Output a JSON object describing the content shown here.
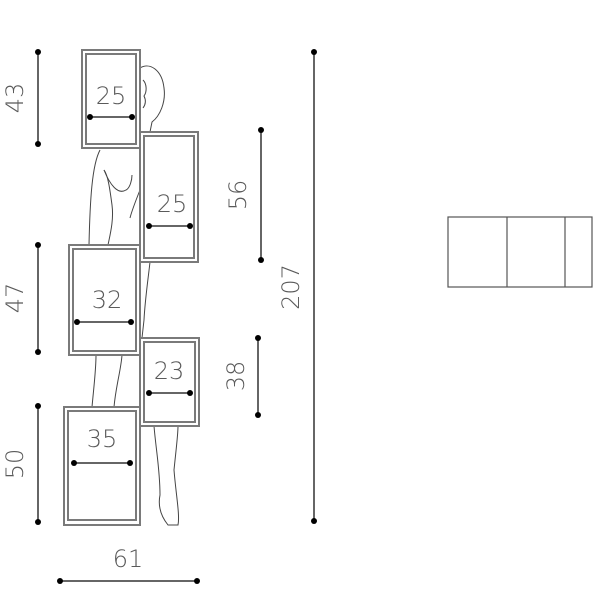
{
  "front_view": {
    "modules": [
      {
        "width": "25"
      },
      {
        "width": "25"
      },
      {
        "width": "32"
      },
      {
        "width": "23"
      },
      {
        "width": "35"
      }
    ],
    "left_heights": [
      "43",
      "47",
      "50"
    ],
    "right_heights": [
      "56",
      "38"
    ],
    "total_height": "207",
    "total_width": "61"
  }
}
